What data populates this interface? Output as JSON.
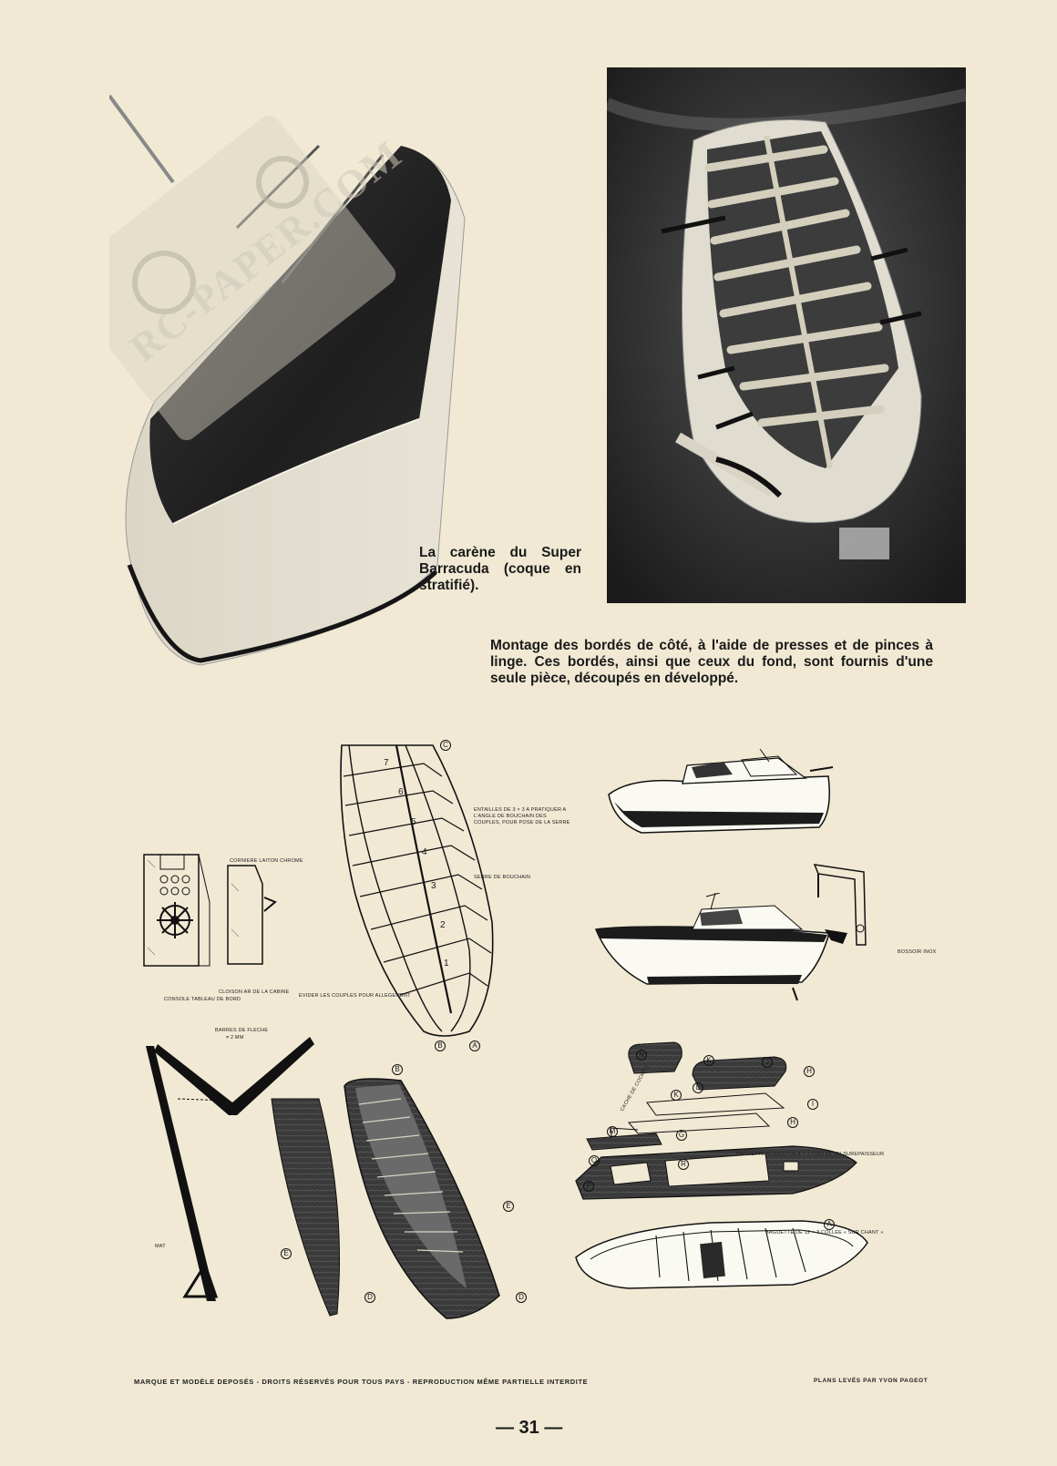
{
  "captions": {
    "hull": "La carène du Super Barracuda (coque en stratifié).",
    "assembly": "Montage des bordés de côté, à l'aide de presses et de pinces à linge. Ces bordés, ainsi que ceux du fond, sont fournis d'une seule pièce, découpés en développé."
  },
  "watermark": "RC-PAPER.COM",
  "labels": {
    "cornier": "CORNIERE LAITON CHROME",
    "cloison": "CLOISON AR DE LA CABINE",
    "console": "CONSOLE TABLEAU DE BORD",
    "entailles": "ENTAILLES DE 3 × 3 A PRATIQUER A L'ANGLE DE BOUCHAIN DES COUPLES, POUR POSE DE LA SERRE",
    "serre": "SERRE DE BOUCHAIN",
    "evider": "EVIDER LES COUPLES POUR ALLEGEMENT",
    "bossoir": "BOSSOIR INOX",
    "barres": "BARRES DE FLECHE",
    "barres_dim": "≠ 2 mm",
    "mat": "MAT",
    "baguette_acajou": "BAGUETTE ACAJOU DE 4 × 2 COLLEE EN SUREPAISSEUR",
    "baguette_chant": "BAGUETTE DE 12 × 3 COLLEE « SUR CHANT »",
    "cache": "CACHE DE COCKPIT"
  },
  "markers": {
    "frames": [
      "1",
      "2",
      "3",
      "4",
      "5",
      "6",
      "7"
    ],
    "hull_letters": [
      "A",
      "B",
      "C"
    ],
    "planking_letters": [
      "B",
      "E",
      "E",
      "D",
      "D"
    ],
    "deck_letters": [
      "N",
      "K",
      "J",
      "H",
      "K",
      "L",
      "I",
      "M",
      "G",
      "H",
      "R",
      "Q",
      "P",
      "A"
    ]
  },
  "footer": {
    "rights": "MARQUE ET MODÈLE DEPOSÉS - DROITS RÉSERVÉS POUR TOUS PAYS - REPRODUCTION MÊME PARTIELLE INTERDITE",
    "credit": "PLANS LEVÉS PAR YVON PAGEOT",
    "page": "— 31 —"
  }
}
